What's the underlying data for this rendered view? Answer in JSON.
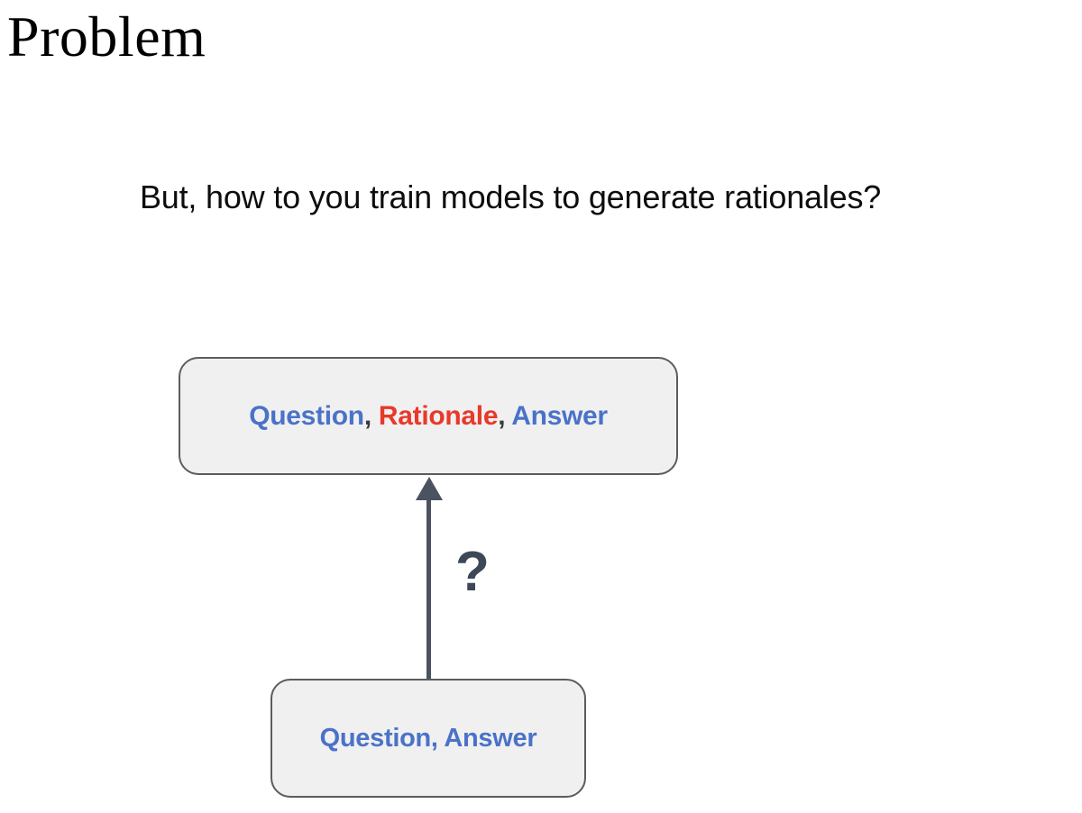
{
  "slide": {
    "title": "Problem",
    "subtitle": "But, how to you train models to generate rationales?"
  },
  "diagram": {
    "nodes": [
      {
        "id": "question-rationale-answer",
        "tokens": [
          {
            "text": "Question",
            "color": "#4a72c8"
          },
          {
            "text": ", ",
            "color": "#3b3b3b"
          },
          {
            "text": "Rationale",
            "color": "#e8392a"
          },
          {
            "text": ", ",
            "color": "#3b3b3b"
          },
          {
            "text": "Answer",
            "color": "#4a72c8"
          }
        ],
        "full_text": "Question, Rationale, Answer"
      },
      {
        "id": "question-answer",
        "tokens": [
          {
            "text": "Question",
            "color": "#4a72c8"
          },
          {
            "text": ", ",
            "color": "#4a72c8"
          },
          {
            "text": "Answer",
            "color": "#4a72c8"
          }
        ],
        "full_text": "Question, Answer"
      }
    ],
    "edge": {
      "from": "question-answer",
      "to": "question-rationale-answer",
      "label": "?",
      "label_color": "#3c4858",
      "line_color": "#4b5260",
      "direction": "up"
    }
  },
  "tokens": {
    "qra": {
      "question": "Question",
      "comma1": ", ",
      "rationale": "Rationale",
      "comma2": ", ",
      "answer": "Answer"
    },
    "qa": {
      "question": "Question",
      "comma1": ", ",
      "answer": "Answer"
    }
  },
  "colors": {
    "background": "#ffffff",
    "title": "#000000",
    "subtitle": "#0d0d0d",
    "box_fill": "#f0f0f0",
    "box_border": "#5c5c5c",
    "blue": "#4a72c8",
    "red": "#e8392a",
    "arrow": "#4b5260",
    "question_mark": "#3c4858"
  }
}
